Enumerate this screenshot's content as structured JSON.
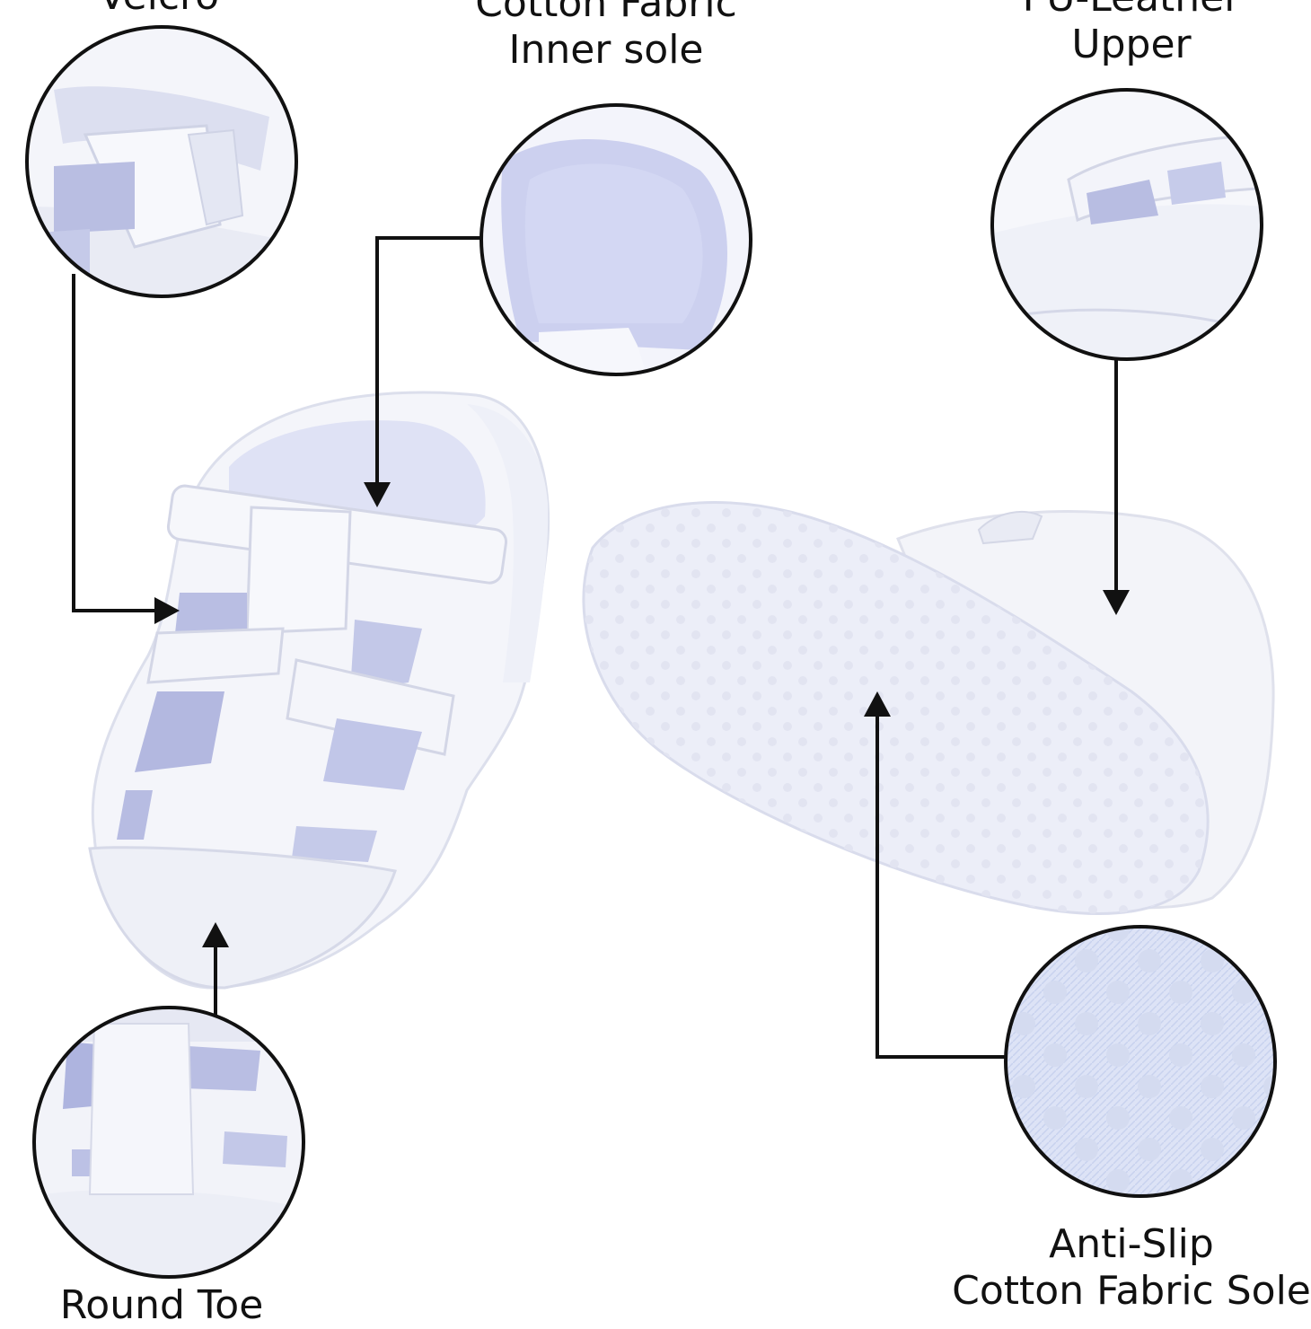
{
  "labels": {
    "velcro": [
      "Velcro"
    ],
    "inner_sole": [
      "Cotton Fabric",
      "Inner sole"
    ],
    "upper": [
      "PU-Leather",
      "Upper"
    ],
    "anti_slip": [
      "Anti-Slip",
      "Cotton Fabric Sole"
    ],
    "round_toe": [
      "Round Toe"
    ]
  },
  "colors": {
    "shoe": "#f4f5fa",
    "shoe_shade": "#dfe1ee",
    "lining": "#c9cdea",
    "sole": "#eceef8",
    "arrow": "#111111"
  }
}
